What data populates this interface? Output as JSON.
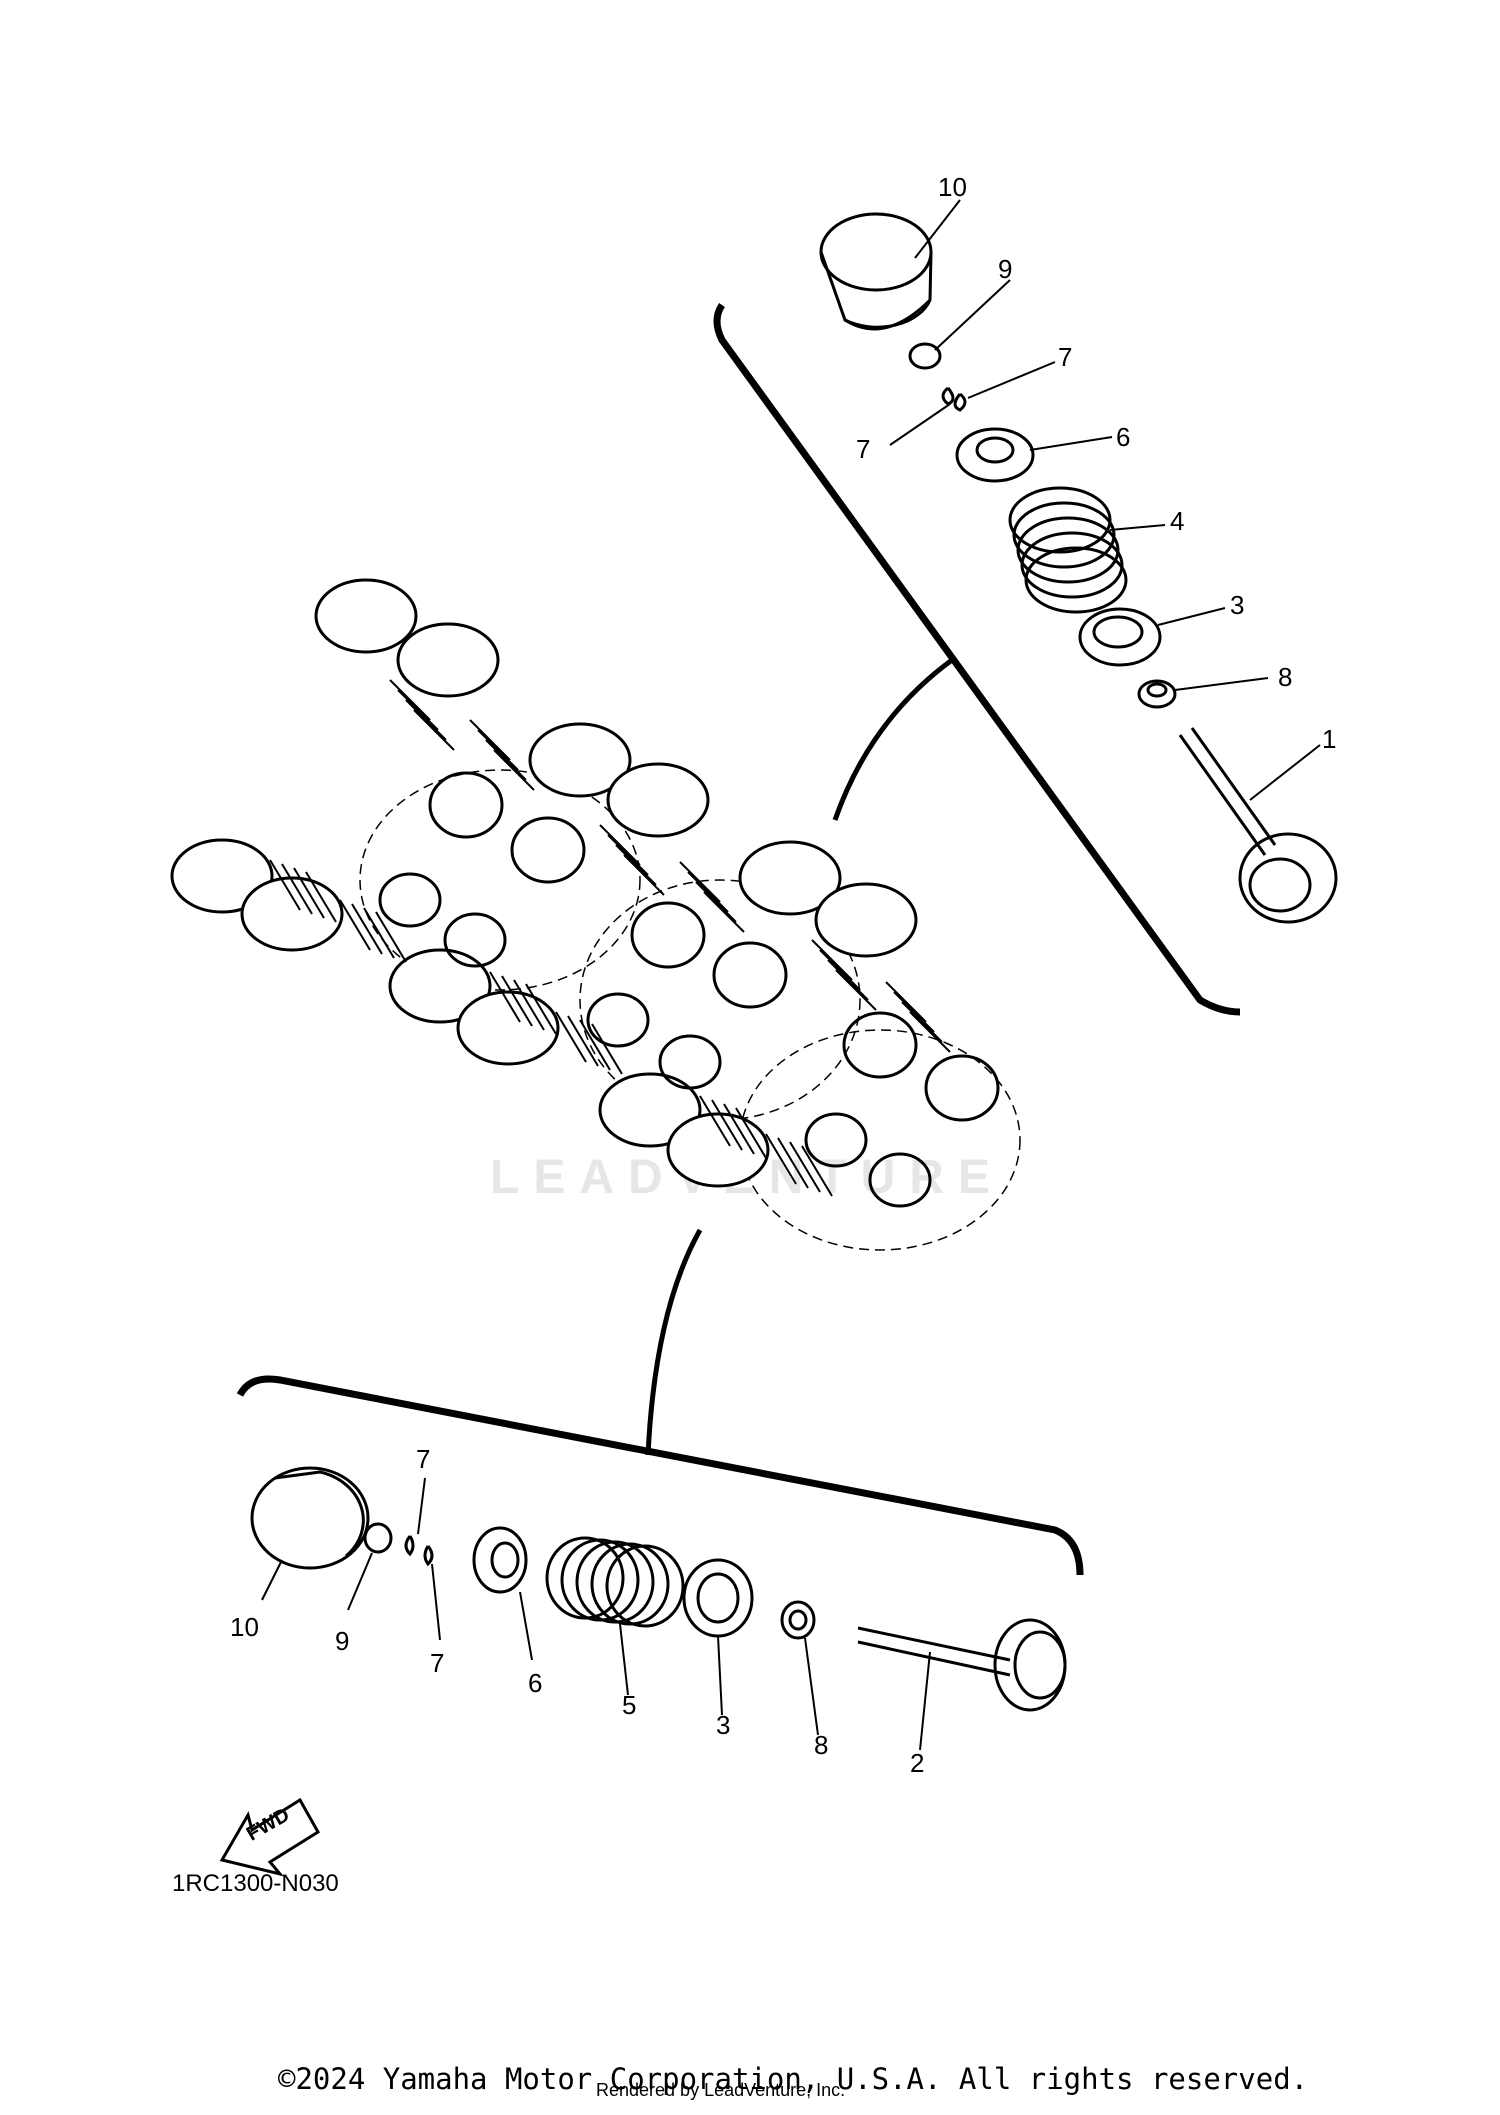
{
  "watermark": "LEADVENTURE",
  "diagram_code": "1RC1300-N030",
  "fwd_label": "FWD",
  "footer": {
    "copyright": "©2024 Yamaha Motor Corporation, U.S.A. All rights reserved.",
    "rendered_by": "Rendered by LeadVenture, Inc."
  },
  "callouts_top": {
    "c10": "10",
    "c9": "9",
    "c7a": "7",
    "c7b": "7",
    "c6": "6",
    "c4": "4",
    "c3": "3",
    "c8": "8",
    "c1": "1"
  },
  "callouts_bottom": {
    "c7": "7",
    "c10": "10",
    "c9": "9",
    "c7b": "7",
    "c6": "6",
    "c5": "5",
    "c3": "3",
    "c8": "8",
    "c2": "2"
  }
}
